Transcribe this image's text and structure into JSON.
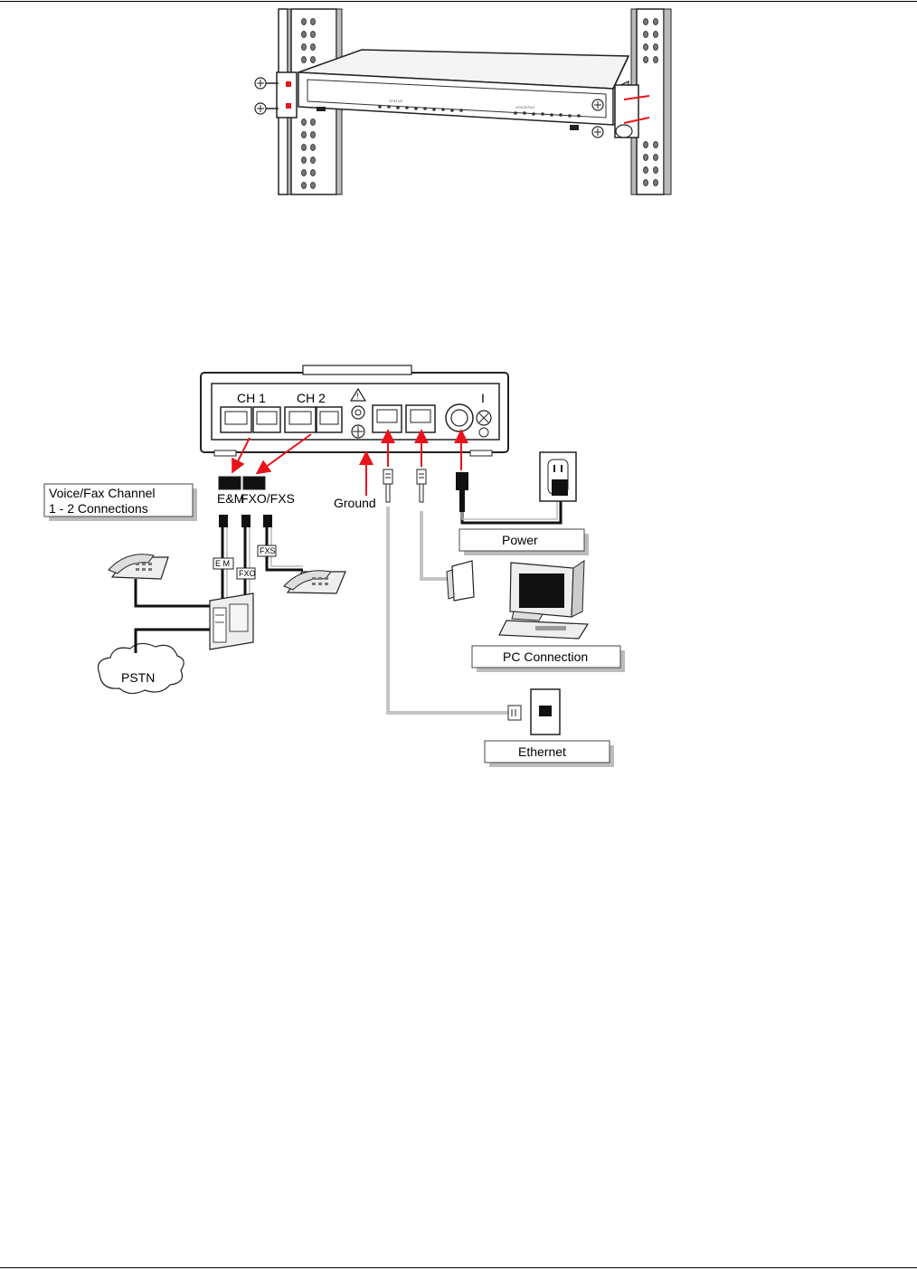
{
  "page": {
    "rule_color": "#000000"
  },
  "rack_figure": {
    "device_face_text_1": "STATUS",
    "device_face_text_2": "VOICE/FAX"
  },
  "connection_figure": {
    "port_labels": {
      "ch1": "CH 1",
      "ch2": "CH 2",
      "power_switch": "I"
    },
    "plug_labels": {
      "em": "E&M",
      "fxo_fxs": "FXO/FXS"
    },
    "cable_tags": {
      "em": "E M",
      "fxo": "FXO",
      "fxs": "FXS"
    },
    "ground_label": "Ground",
    "callouts": {
      "voice_fax_line1": "Voice/Fax Channel",
      "voice_fax_line2": "1 - 2 Connections",
      "power": "Power",
      "pc": "PC Connection",
      "ethernet": "Ethernet"
    },
    "pstn_label": "PSTN",
    "accent_color": "#e8141b"
  }
}
